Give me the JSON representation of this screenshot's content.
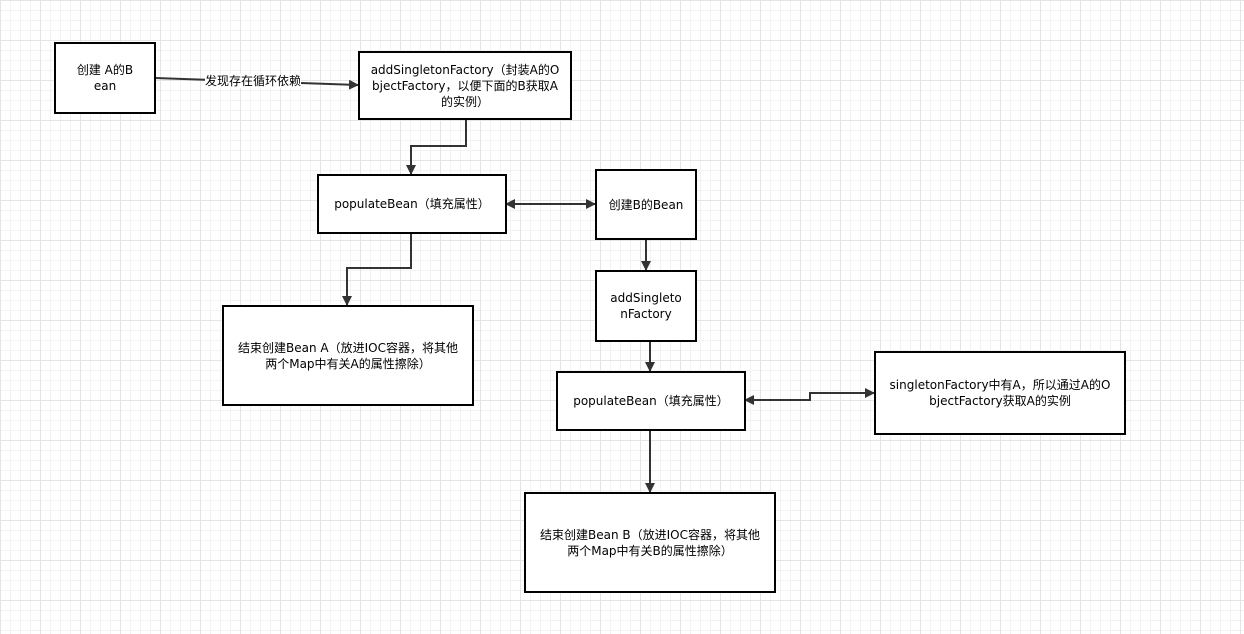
{
  "nodes": {
    "create_a": "创建 A的Bean",
    "add_factory_a": "addSingletonFactory（封装A的ObjectFactory，以便下面的B获取A的实例）",
    "populate_a": "populateBean（填充属性）",
    "create_b": "创建B的Bean",
    "end_a": "结束创建Bean  A（放进IOC容器，将其他两个Map中有关A的属性擦除）",
    "add_factory_b": "addSingletonFactory",
    "populate_b": "populateBean（填充属性）",
    "singleton_factory": "singletonFactory中有A，所以通过A的ObjectFactory获取A的实例",
    "end_b": "结束创建Bean  B（放进IOC容器，将其他两个Map中有关B的属性擦除）"
  },
  "edges": {
    "detect_cycle": "发现存在循环依赖"
  },
  "colors": {
    "stroke": "#000000",
    "edge": "#333333",
    "grid_major": "#e4e4e4",
    "grid_minor": "#f2f2f2"
  }
}
